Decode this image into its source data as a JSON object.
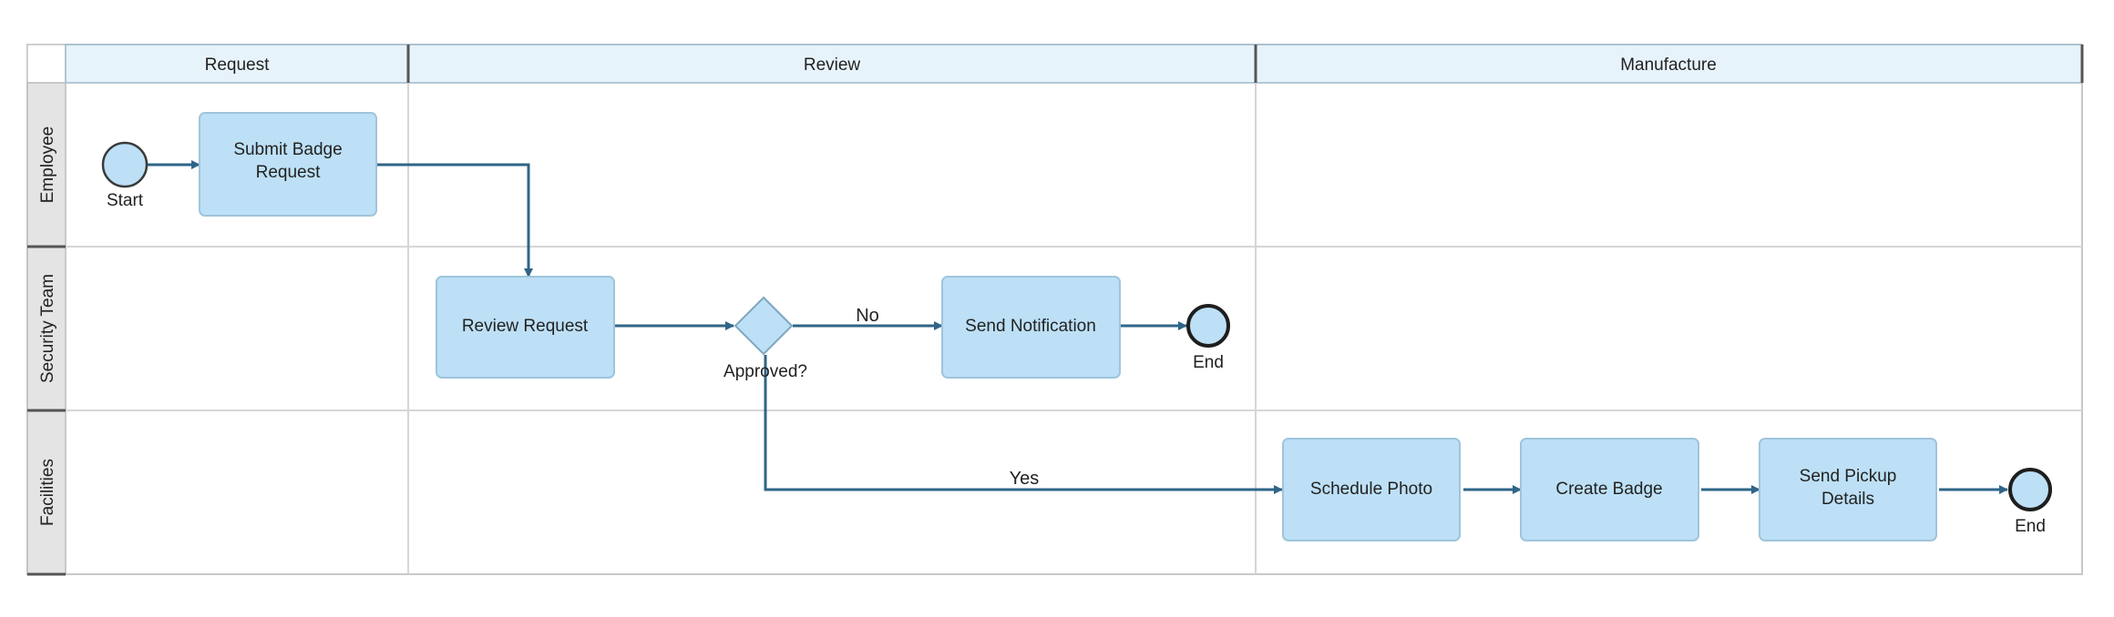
{
  "phases": [
    {
      "label": "Request"
    },
    {
      "label": "Review"
    },
    {
      "label": "Manufacture"
    }
  ],
  "lanes": [
    {
      "label": "Employee"
    },
    {
      "label": "Security Team"
    },
    {
      "label": "Facilities"
    }
  ],
  "nodes": {
    "start": {
      "label": "Start"
    },
    "submit": {
      "line1": "Submit Badge",
      "line2": "Request"
    },
    "review": {
      "label": "Review Request"
    },
    "gateway": {
      "label": "Approved?"
    },
    "notify": {
      "label": "Send Notification"
    },
    "end_security": {
      "label": "End"
    },
    "photo": {
      "label": "Schedule Photo"
    },
    "badge": {
      "label": "Create Badge"
    },
    "pickup": {
      "line1": "Send Pickup",
      "line2": "Details"
    },
    "end_facilities": {
      "label": "End"
    }
  },
  "edges": {
    "no_label": "No",
    "yes_label": "Yes"
  },
  "colors": {
    "task_fill": "#bde0f6",
    "task_stroke": "#9fc4dc",
    "flow": "#2f6587",
    "header_fill": "#e7f3fb",
    "lane_header_fill": "#e4e4e4",
    "grid": "#d6d6d6",
    "event_stroke": "#3a3a3a"
  }
}
